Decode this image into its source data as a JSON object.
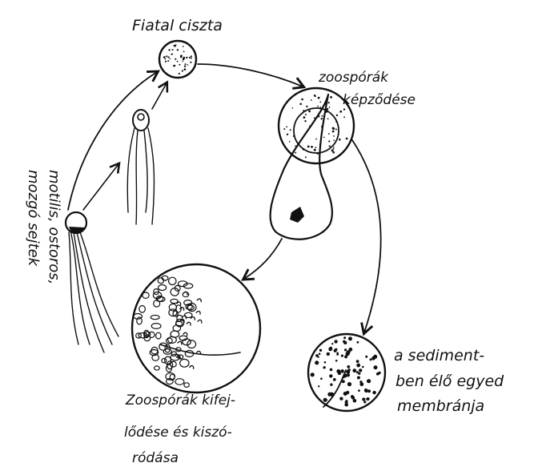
{
  "diagram": {
    "labels": {
      "young_cyst": "Fiatal ciszta",
      "zoospore_formation_line1": "zoospórák",
      "zoospore_formation_line2": "képződése",
      "motile_cells_line1": "motilis, ostoros,",
      "motile_cells_line2": "mozgó sejtek",
      "development_line1": "Zoospórák kifej-",
      "development_line2": "lődése és kiszó-",
      "development_line3": "ródása",
      "sediment_line1": "a sediment-",
      "sediment_line2": "ben élő egyed",
      "sediment_line3": "membránja"
    },
    "colors": {
      "ink": "#111111",
      "paper": "#ffffff"
    }
  }
}
